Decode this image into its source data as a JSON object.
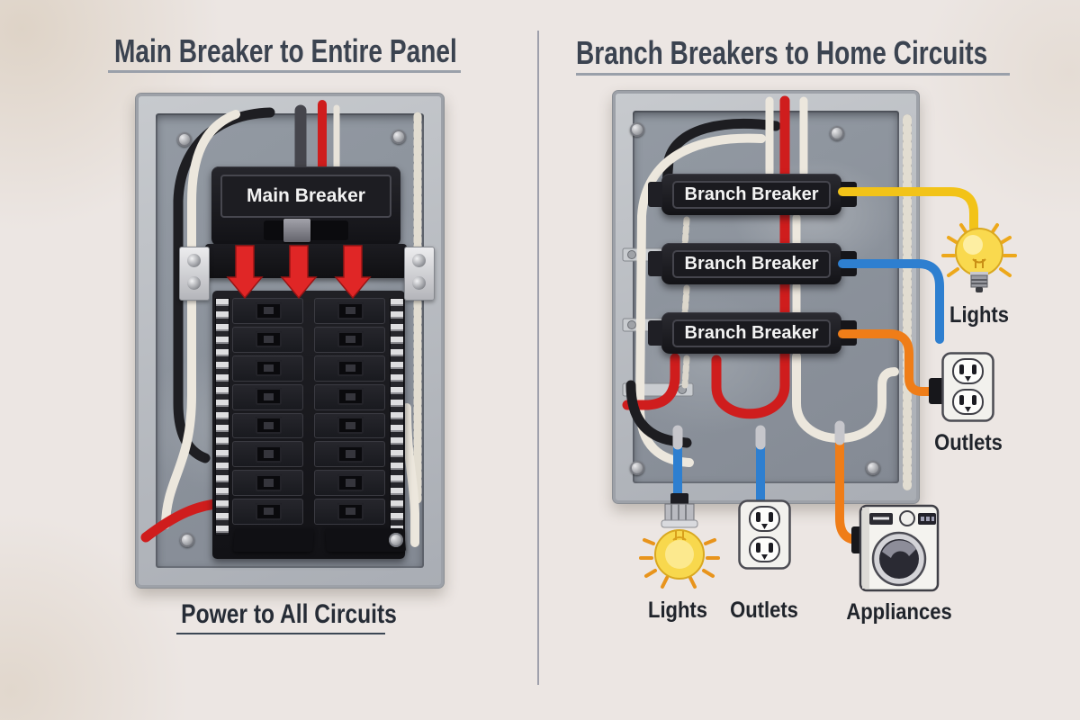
{
  "left_section": {
    "title": "Main Breaker to Entire Panel",
    "main_breaker_label": "Main Breaker",
    "caption": "Power to All Circuits"
  },
  "right_section": {
    "title": "Branch Breakers to Home Circuits",
    "breakers": [
      {
        "label": "Branch Breaker",
        "wire_color": "#f2c318",
        "feeds": "Lights"
      },
      {
        "label": "Branch Breaker",
        "wire_color": "#2e7fd0",
        "feeds": "Lights"
      },
      {
        "label": "Branch Breaker",
        "wire_color": "#ef7d18",
        "feeds": "Outlets"
      }
    ],
    "side_labels": [
      {
        "icon": "light-bulb-icon",
        "label": "Lights"
      },
      {
        "icon": "outlet-icon",
        "label": "Outlets"
      }
    ],
    "bottom_labels": [
      {
        "icon": "light-bulb-icon",
        "label": "Lights"
      },
      {
        "icon": "outlet-icon",
        "label": "Outlets"
      },
      {
        "icon": "washing-machine-icon",
        "label": "Appliances"
      }
    ]
  },
  "colors": {
    "background": "#ece6e3",
    "divider": "#9fa0ab",
    "title_text": "#3b4350",
    "panel_frame": "#b5b9bf",
    "panel_inner": "#8d929b",
    "breaker_black": "#18181c",
    "arrow_red": "#e02626",
    "wire_red": "#cf1d1d",
    "wire_black": "#1d1d21",
    "wire_white": "#ece7dd",
    "wire_yellow": "#f2c318",
    "wire_blue": "#2e7fd0",
    "wire_orange": "#ef7d18",
    "bulb_yellow": "#f8d84d"
  }
}
